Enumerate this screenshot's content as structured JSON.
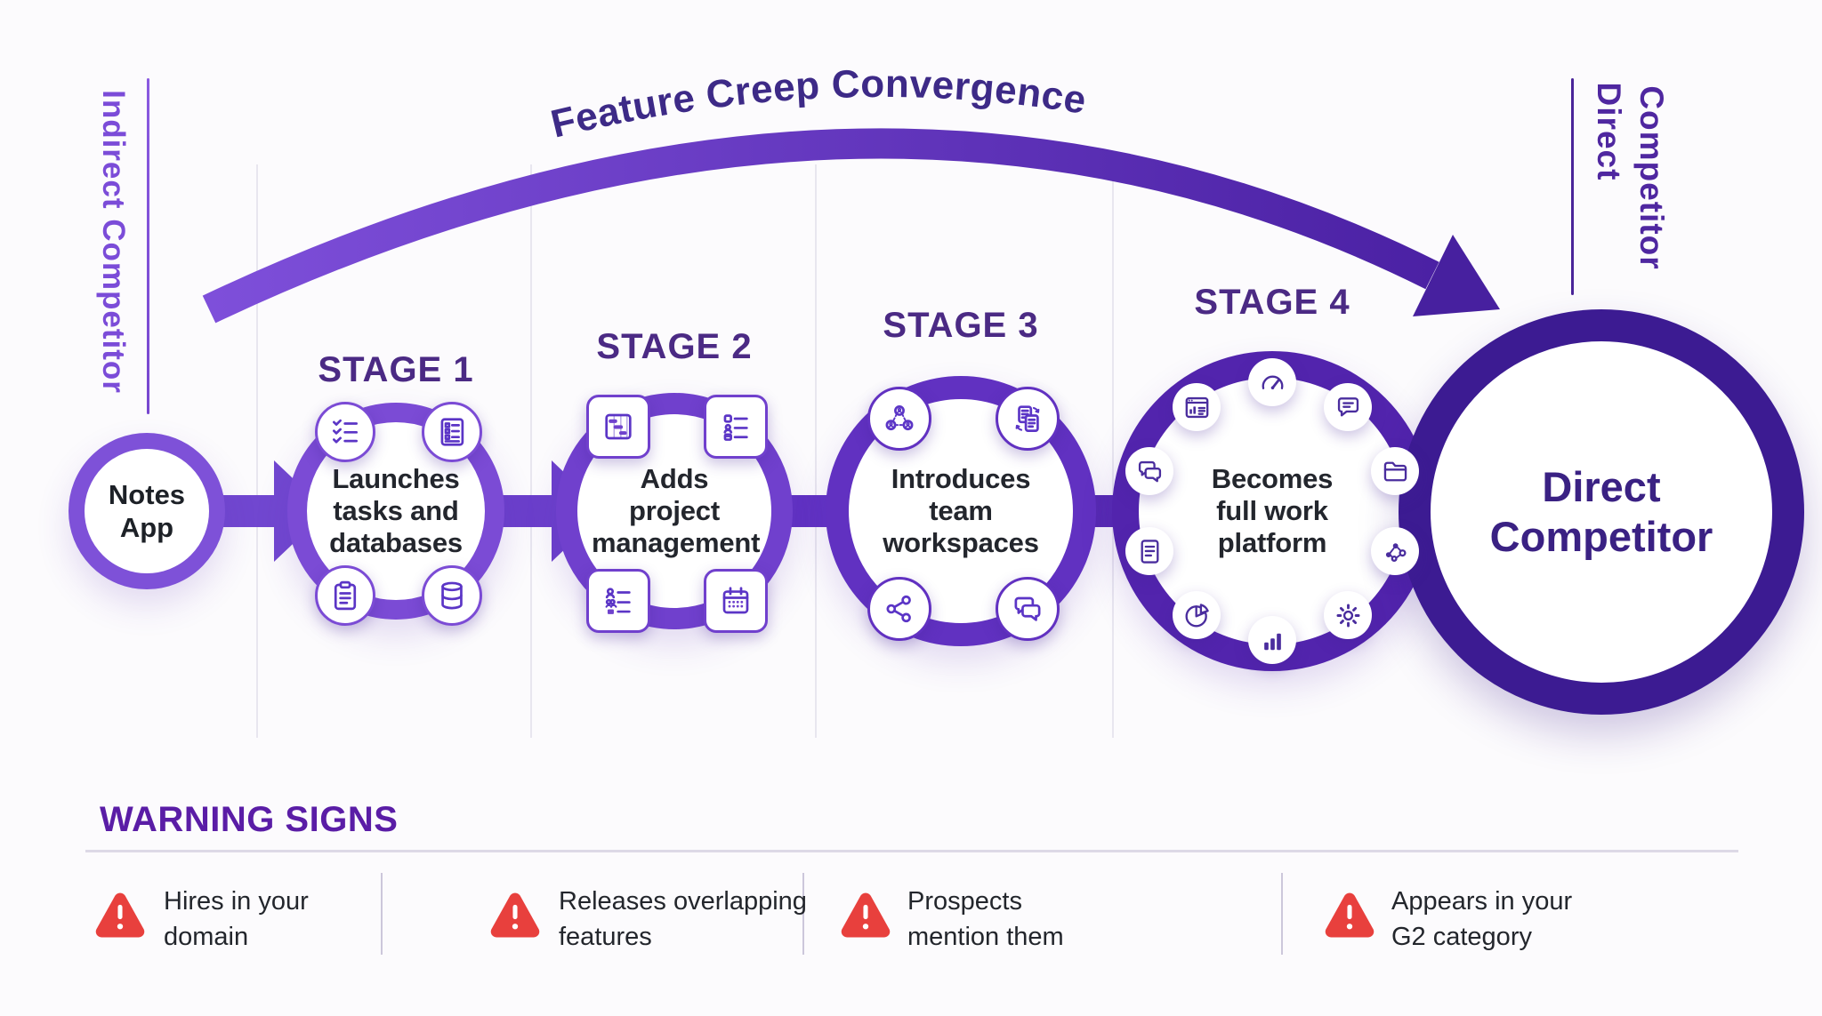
{
  "title": "Feature Creep Convergence",
  "left_label": "Indirect Competitor",
  "right_label": {
    "line1": "Direct",
    "line2": "Competitor"
  },
  "start_node": {
    "label": [
      "Notes",
      "App"
    ]
  },
  "end_node": {
    "label": [
      "Direct",
      "Competitor"
    ]
  },
  "stages": [
    {
      "title": "STAGE 1",
      "description": [
        "Launches",
        "tasks and",
        "databases"
      ],
      "icons": [
        "checklist",
        "notes-document",
        "clipboard",
        "database"
      ]
    },
    {
      "title": "STAGE 2",
      "description": [
        "Adds",
        "project",
        "management"
      ],
      "icons": [
        "gantt-chart",
        "task-assignments",
        "people-list",
        "calendar"
      ]
    },
    {
      "title": "STAGE 3",
      "description": [
        "Introduces",
        "team",
        "workspaces"
      ],
      "icons": [
        "team-network",
        "document-sync",
        "share",
        "chat-bubbles"
      ]
    },
    {
      "title": "STAGE 4",
      "description": [
        "Becomes",
        "full work",
        "platform"
      ],
      "icons": [
        "gauge",
        "analytics-window",
        "comment",
        "chat-bubbles",
        "folder",
        "document",
        "network-nodes",
        "pie-chart",
        "settings-gear",
        "bar-chart"
      ]
    }
  ],
  "warnings": {
    "title": "WARNING SIGNS",
    "items": [
      {
        "text": [
          "Hires in your",
          "domain"
        ]
      },
      {
        "text": [
          "Releases overlapping",
          "features"
        ]
      },
      {
        "text": [
          "Prospects",
          "mention them"
        ]
      },
      {
        "text": [
          "Appears in your",
          "G2 category"
        ]
      }
    ]
  },
  "colors": {
    "background": "#fcfbfd",
    "purple_light": "#7e51d8",
    "purple_mid": "#6b3fcb",
    "purple_deep": "#5224ad",
    "purple_darkest": "#3c1b92",
    "title_text": "#3d2a87",
    "stage_title_text": "#4b2a84",
    "body_text": "#23262d",
    "warning_heading": "#5a1da6",
    "warning_red": "#e8403d"
  }
}
